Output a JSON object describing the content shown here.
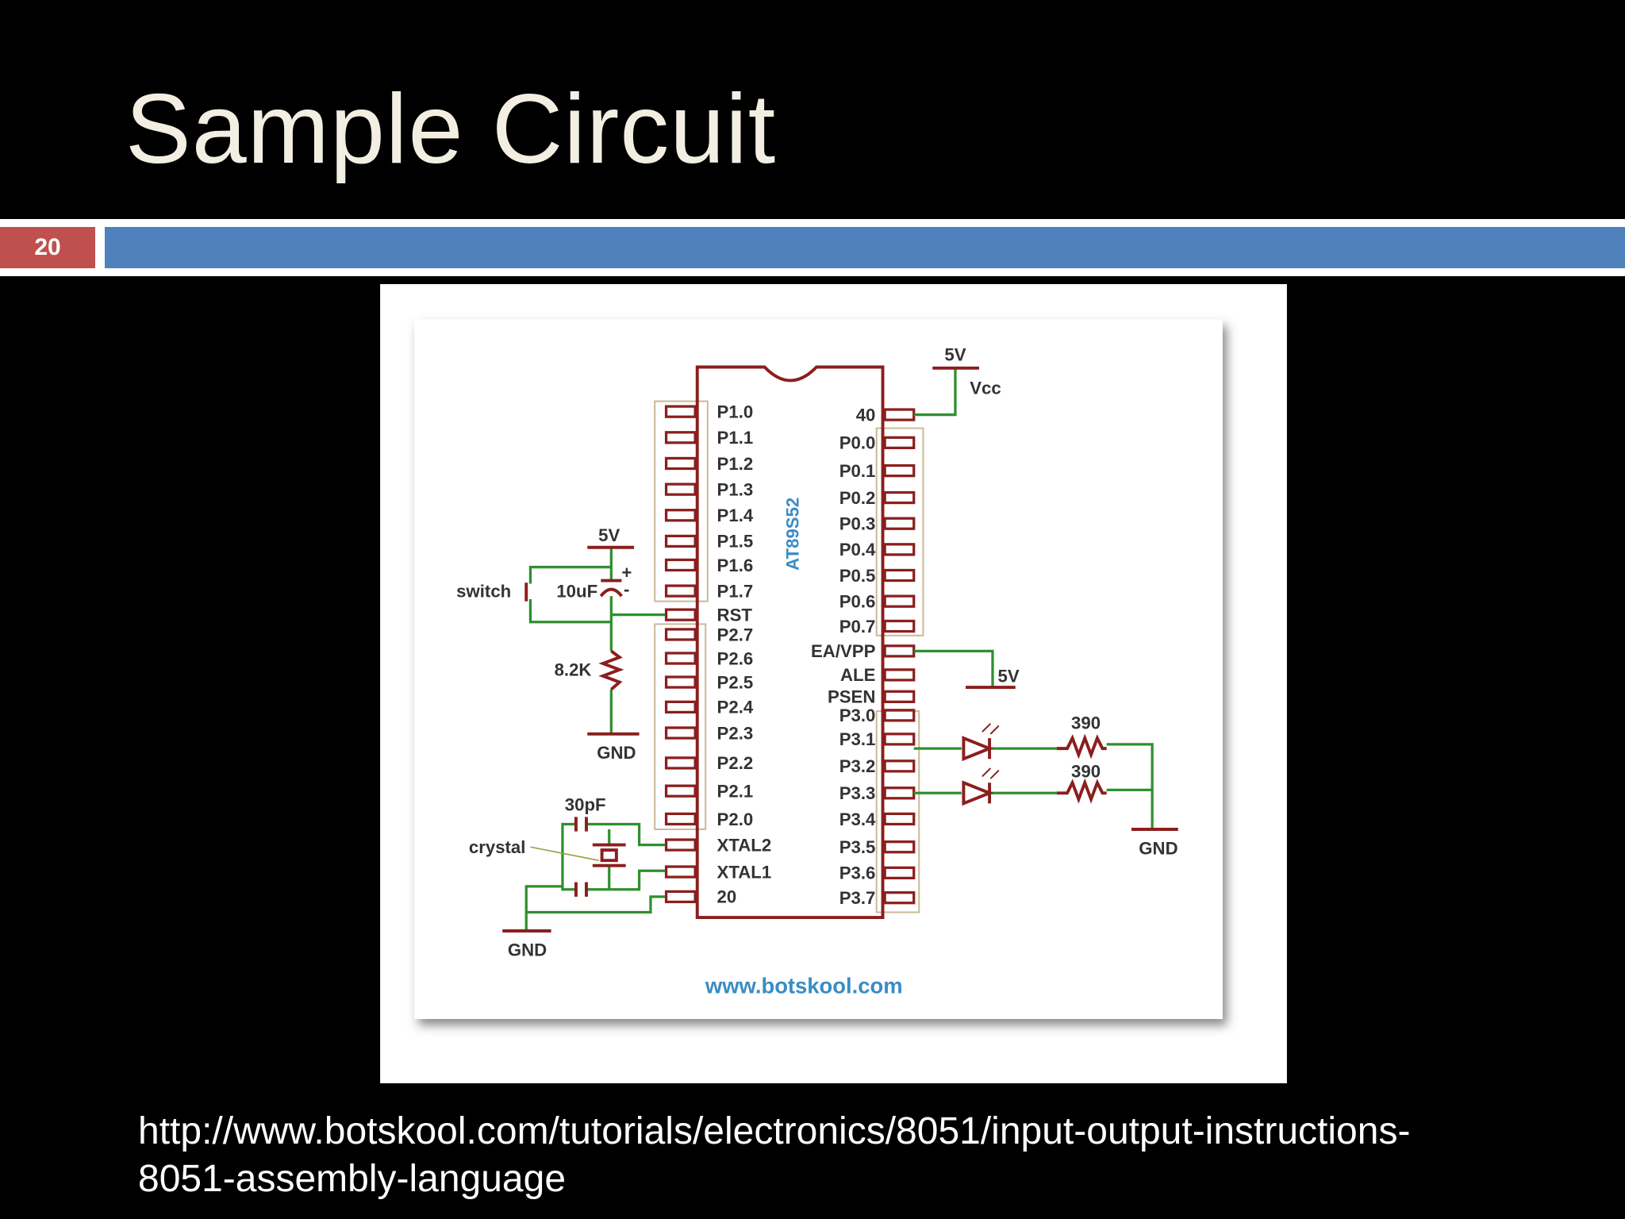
{
  "slide": {
    "title": "Sample Circuit",
    "number": "20",
    "source_line1": "http://www.botskool.com/tutorials/electronics/8051/input-output-instructions-",
    "source_line2": "8051-assembly-language"
  },
  "diagram": {
    "chip_name": "AT89S52",
    "watermark": "www.botskool.com",
    "left_pins": [
      "P1.0",
      "P1.1",
      "P1.2",
      "P1.3",
      "P1.4",
      "P1.5",
      "P1.6",
      "P1.7",
      "RST",
      "P2.7",
      "P2.6",
      "P2.5",
      "P2.4",
      "P2.3",
      "P2.2",
      "P2.1",
      "P2.0",
      "XTAL2",
      "XTAL1",
      "20"
    ],
    "right_pins": [
      "40",
      "P0.0",
      "P0.1",
      "P0.2",
      "P0.3",
      "P0.4",
      "P0.5",
      "P0.6",
      "P0.7",
      "EA/VPP",
      "ALE",
      "PSEN",
      "P3.0",
      "P3.1",
      "P3.2",
      "P3.3",
      "P3.4",
      "P3.5",
      "P3.6",
      "P3.7"
    ],
    "labels": {
      "vcc_5v": "5V",
      "vcc": "Vcc",
      "ea_5v": "5V",
      "res1": "390",
      "res2": "390",
      "led_gnd": "GND",
      "rst_5v": "5V",
      "cap": "10uF",
      "switch": "switch",
      "rst_res": "8.2K",
      "rst_gnd": "GND",
      "xtal_cap": "30pF",
      "crystal": "crystal",
      "xtal_gnd": "GND",
      "plus": "+",
      "minus": "-"
    },
    "colors": {
      "chip": "#8b1e1e",
      "wire": "#2f8f2f",
      "group": "#c9b896",
      "chip_label": "#3a8cc4"
    }
  }
}
